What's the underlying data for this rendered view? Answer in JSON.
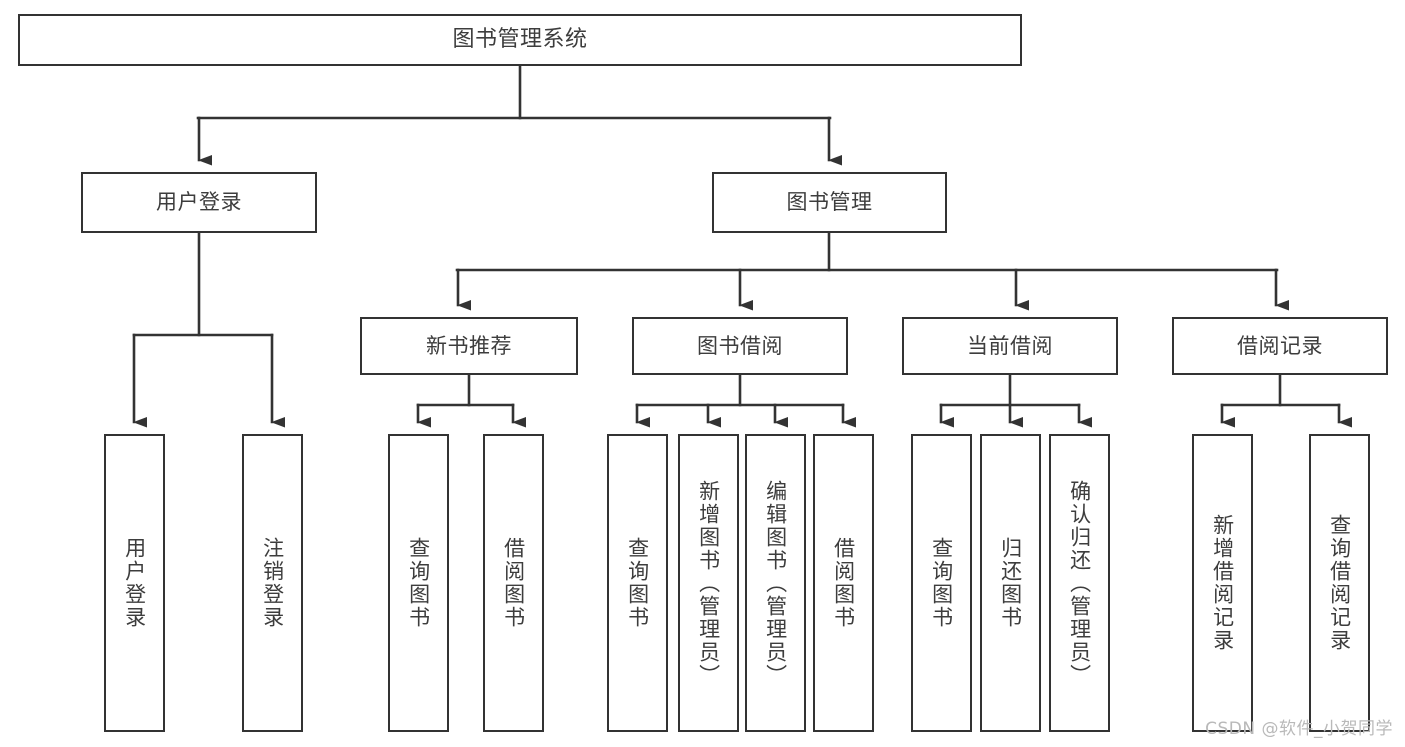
{
  "diagram": {
    "title": "图书管理系统",
    "type": "tree",
    "watermark": "CSDN @软件_小贺同学",
    "colors": {
      "background": "#ffffff",
      "box_border": "#333333",
      "text": "#3d3d3d",
      "edge": "#333333",
      "watermark": "#b9b9b9"
    },
    "root": {
      "label": "图书管理系统"
    },
    "level2": [
      {
        "label": "用户登录"
      },
      {
        "label": "图书管理"
      }
    ],
    "level3": [
      {
        "label": "新书推荐"
      },
      {
        "label": "图书借阅"
      },
      {
        "label": "当前借阅"
      },
      {
        "label": "借阅记录"
      }
    ],
    "leaves": {
      "user_login": [
        {
          "label": "用户登录"
        },
        {
          "label": "注销登录"
        }
      ],
      "new_book_recommend": [
        {
          "label": "查询图书"
        },
        {
          "label": "借阅图书"
        }
      ],
      "book_borrow": [
        {
          "label": "查询图书"
        },
        {
          "label": "新增图书（管理员）"
        },
        {
          "label": "编辑图书（管理员）"
        },
        {
          "label": "借阅图书"
        }
      ],
      "current_borrow": [
        {
          "label": "查询图书"
        },
        {
          "label": "归还图书"
        },
        {
          "label": "确认归还（管理员）"
        }
      ],
      "borrow_record": [
        {
          "label": "新增借阅记录"
        },
        {
          "label": "查询借阅记录"
        }
      ]
    }
  }
}
